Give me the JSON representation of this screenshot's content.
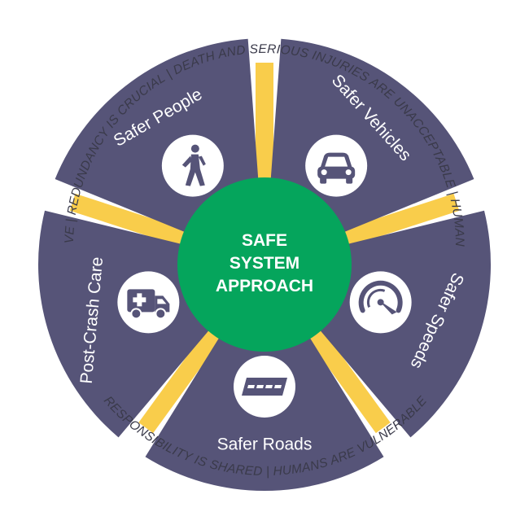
{
  "center": {
    "lines": [
      "SAFE",
      "SYSTEM",
      "APPROACH"
    ]
  },
  "segments": [
    {
      "label": "Safer Vehicles",
      "icon": "car-icon"
    },
    {
      "label": "Safer Speeds",
      "icon": "speedometer-icon"
    },
    {
      "label": "Safer Roads",
      "icon": "road-icon"
    },
    {
      "label": "Post-Crash Care",
      "icon": "ambulance-icon"
    },
    {
      "label": "Safer People",
      "icon": "pedestrian-icon"
    }
  ],
  "principles": [
    "DEATH AND SERIOUS INJURIES ARE UNACCEPTABLE",
    "HUMANS MAKE MISTAKES",
    "HUMANS ARE VULNERABLE",
    "RESPONSIBILITY IS SHARED",
    "SAFETY IS PROACTIVE",
    "REDUNDANCY IS CRUCIAL"
  ],
  "separator": "|",
  "colors": {
    "segment": "#565478",
    "connector": "#F9CD4B",
    "center": "#05A55C",
    "icon_circle": "#ffffff",
    "icon": "#565478",
    "text": "#3a3a4a"
  }
}
